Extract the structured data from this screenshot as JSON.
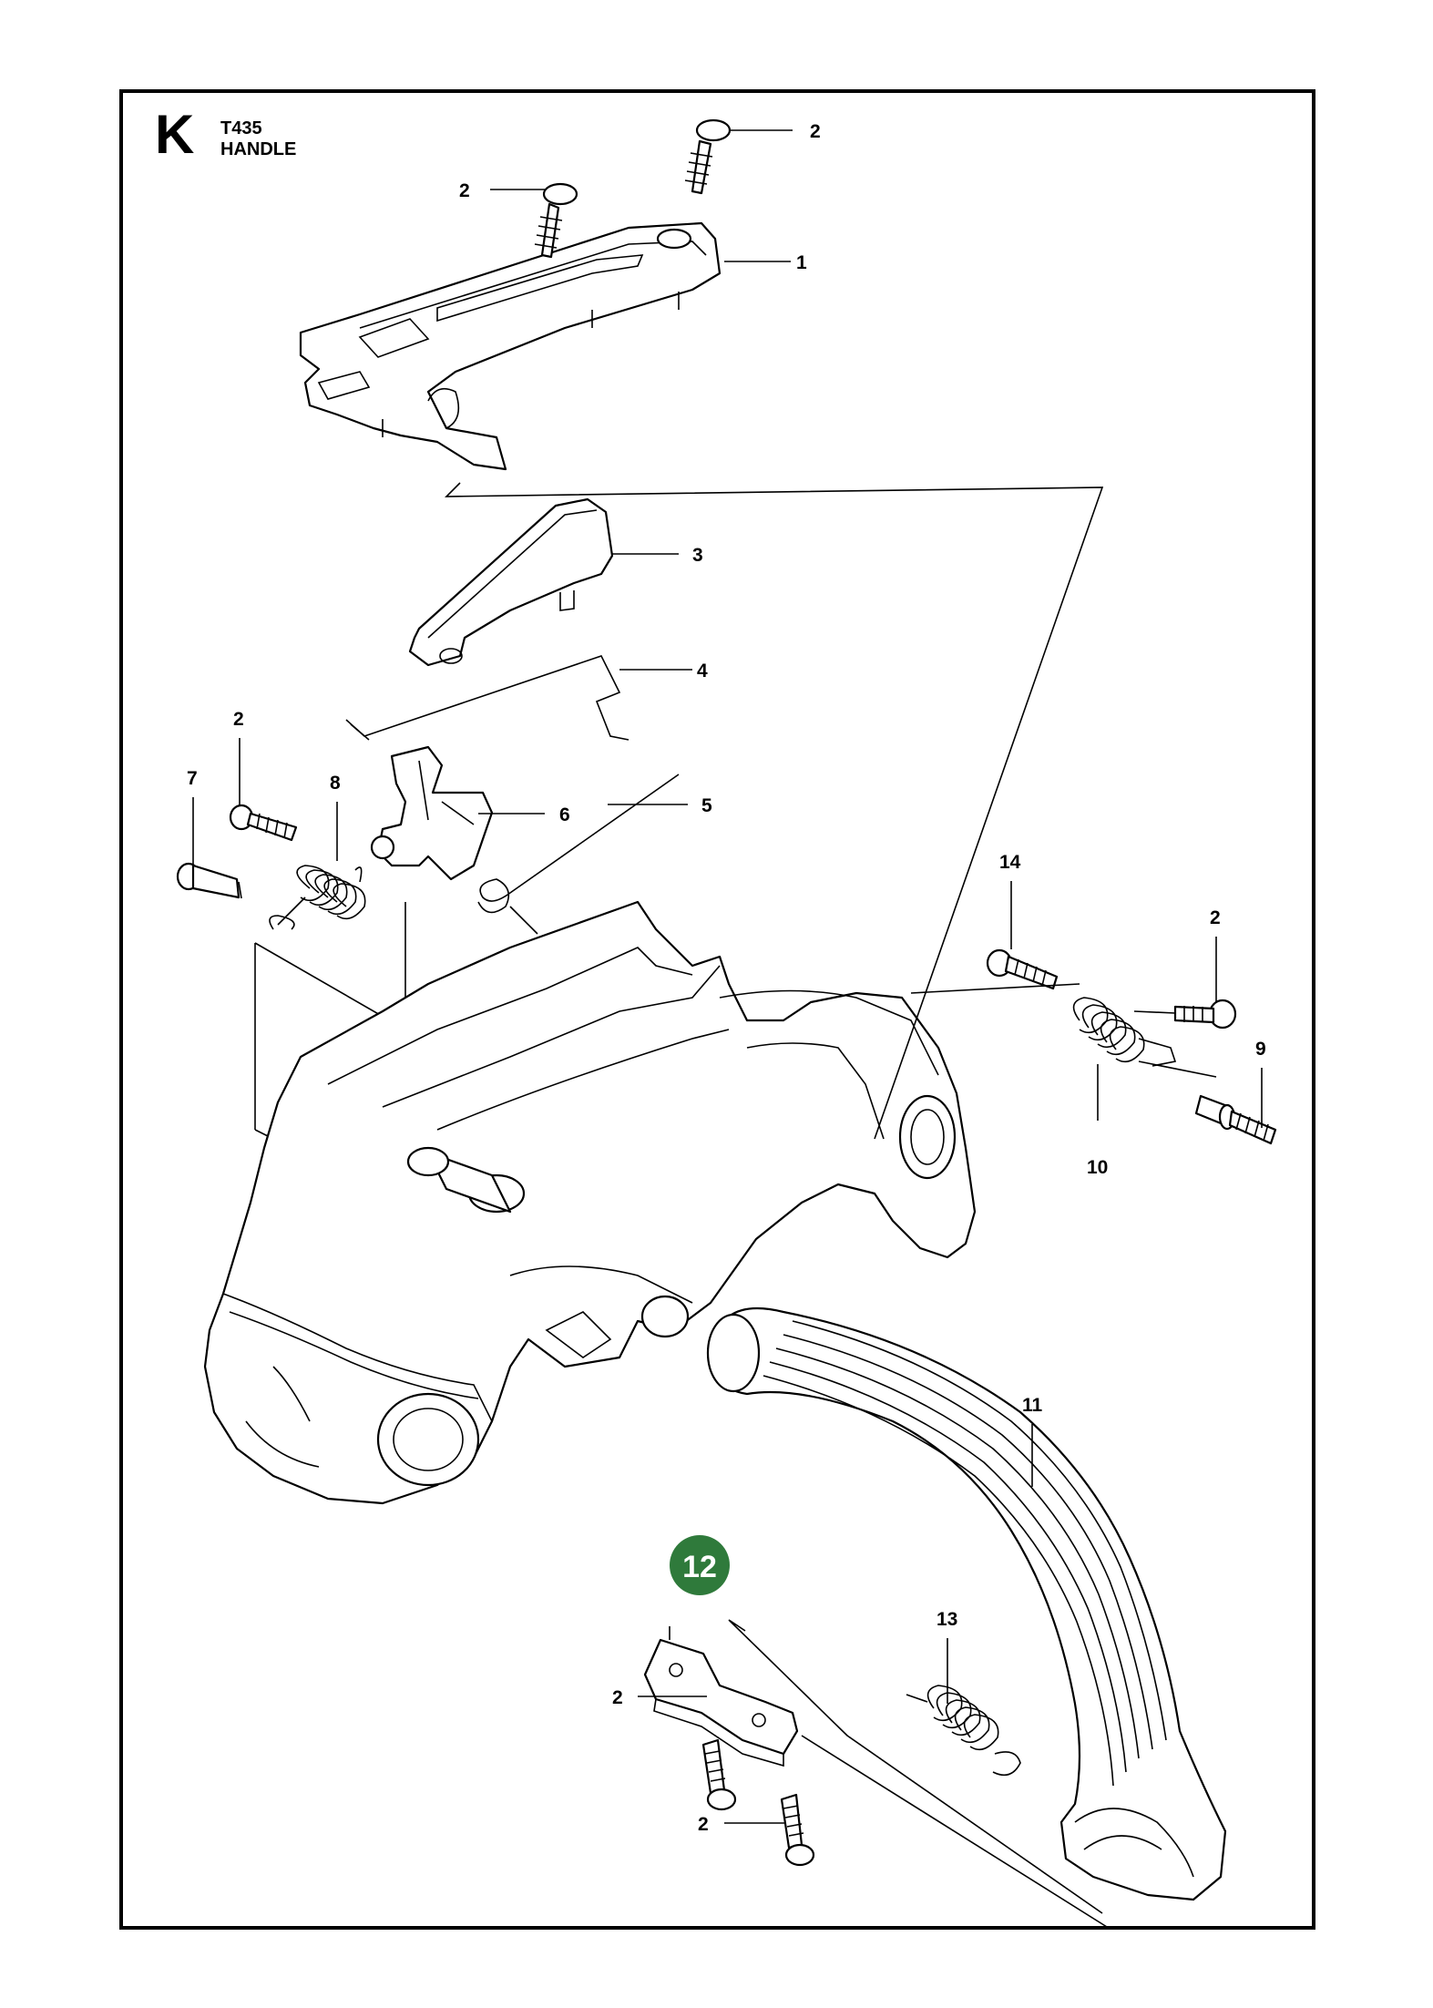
{
  "header": {
    "section_letter": "K",
    "model": "T435",
    "section_name": "HANDLE"
  },
  "callouts": [
    {
      "id": "screw-top-right",
      "label": "2"
    },
    {
      "id": "screw-top-left",
      "label": "2"
    },
    {
      "id": "top-handle",
      "label": "1"
    },
    {
      "id": "throttle-lockout",
      "label": "3"
    },
    {
      "id": "wire-spring-4",
      "label": "4"
    },
    {
      "id": "trigger-6",
      "label": "6"
    },
    {
      "id": "spring-wire-5",
      "label": "5"
    },
    {
      "id": "screw-left",
      "label": "2"
    },
    {
      "id": "pin-7",
      "label": "7"
    },
    {
      "id": "spring-8",
      "label": "8"
    },
    {
      "id": "screw-14",
      "label": "14"
    },
    {
      "id": "screw-right",
      "label": "2"
    },
    {
      "id": "bolt-9",
      "label": "9"
    },
    {
      "id": "spring-10",
      "label": "10"
    },
    {
      "id": "front-handle-11",
      "label": "11"
    },
    {
      "id": "spring-13",
      "label": "13"
    },
    {
      "id": "screw-bottom-1",
      "label": "2"
    },
    {
      "id": "screw-bottom-2",
      "label": "2"
    }
  ],
  "highlight": {
    "label": "12",
    "color": "#2f7a3b"
  },
  "colors": {
    "line": "#000000",
    "background": "#ffffff"
  }
}
